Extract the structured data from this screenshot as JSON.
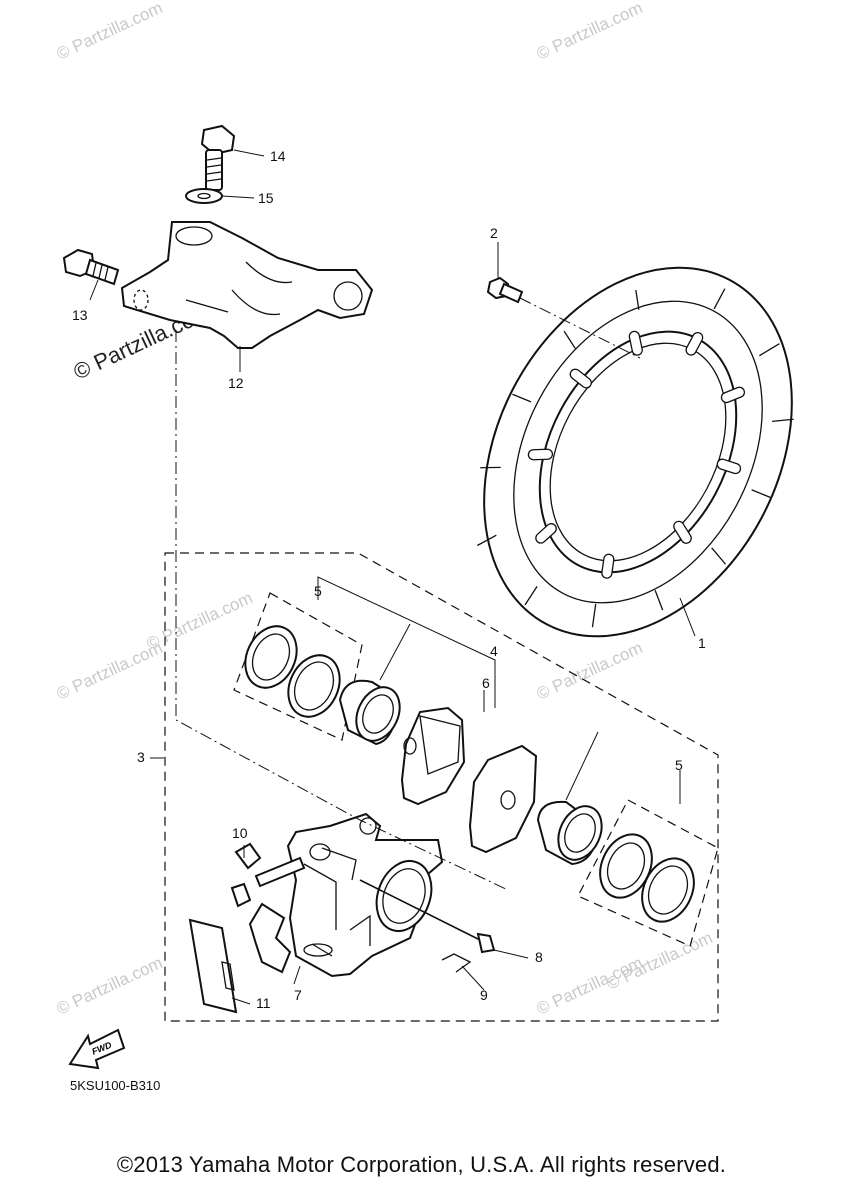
{
  "diagram_code": "5KSU100-B310",
  "fwd_label": "FWD",
  "copyright": "©2013 Yamaha Motor Corporation, U.S.A. All rights reserved.",
  "watermark": "© Partzilla.com",
  "callouts": {
    "c1": "1",
    "c2": "2",
    "c3": "3",
    "c4": "4",
    "c5a": "5",
    "c5b": "5",
    "c6": "6",
    "c7": "7",
    "c8": "8",
    "c9": "9",
    "c10": "10",
    "c11": "11",
    "c12": "12",
    "c13": "13",
    "c14": "14",
    "c15": "15"
  }
}
